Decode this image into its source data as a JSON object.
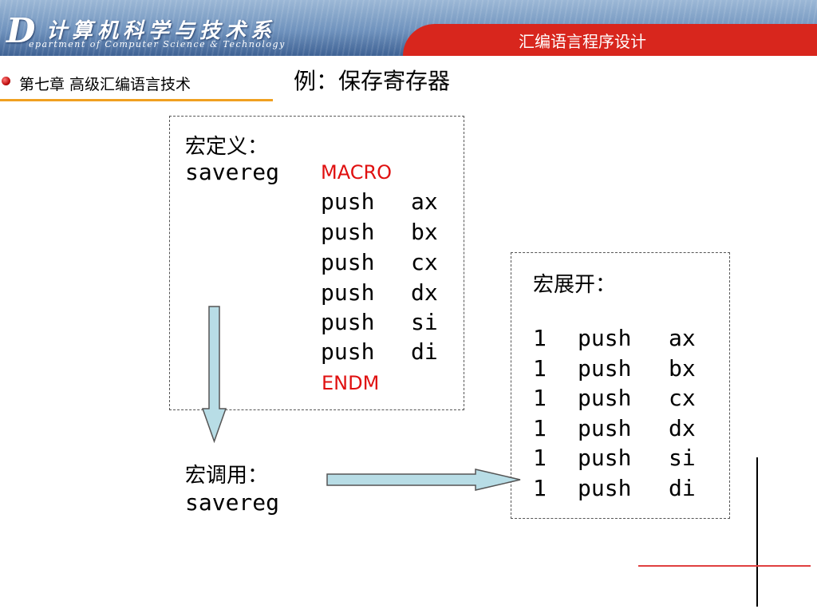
{
  "header": {
    "logo_letter": "D",
    "department_cn": "计算机科学与技术系",
    "department_en": "epartment of Computer Science & Technology",
    "course_title": "汇编语言程序设计"
  },
  "chapter": {
    "label": "第七章  高级汇编语言技术"
  },
  "example_title": "例：保存寄存器",
  "macro_definition": {
    "heading": "宏定义：",
    "name": "savereg",
    "start_keyword": "MACRO",
    "body": [
      {
        "op": "push",
        "reg": "ax"
      },
      {
        "op": "push",
        "reg": "bx"
      },
      {
        "op": "push",
        "reg": "cx"
      },
      {
        "op": "push",
        "reg": "dx"
      },
      {
        "op": "push",
        "reg": "si"
      },
      {
        "op": "push",
        "reg": "di"
      }
    ],
    "end_keyword": "ENDM"
  },
  "macro_call": {
    "heading": "宏调用：",
    "name": "savereg"
  },
  "macro_expansion": {
    "heading": "宏展开：",
    "lines": [
      {
        "level": "1",
        "op": "push",
        "reg": "ax"
      },
      {
        "level": "1",
        "op": "push",
        "reg": "bx"
      },
      {
        "level": "1",
        "op": "push",
        "reg": "cx"
      },
      {
        "level": "1",
        "op": "push",
        "reg": "dx"
      },
      {
        "level": "1",
        "op": "push",
        "reg": "si"
      },
      {
        "level": "1",
        "op": "push",
        "reg": "di"
      }
    ]
  },
  "colors": {
    "banner_blue": "#6f92bd",
    "banner_red": "#d8261d",
    "keyword_red": "#e01010",
    "arrow_fill": "#b8dde6",
    "chapter_underline": "#f0a020",
    "cross_line_red": "#e04040"
  }
}
